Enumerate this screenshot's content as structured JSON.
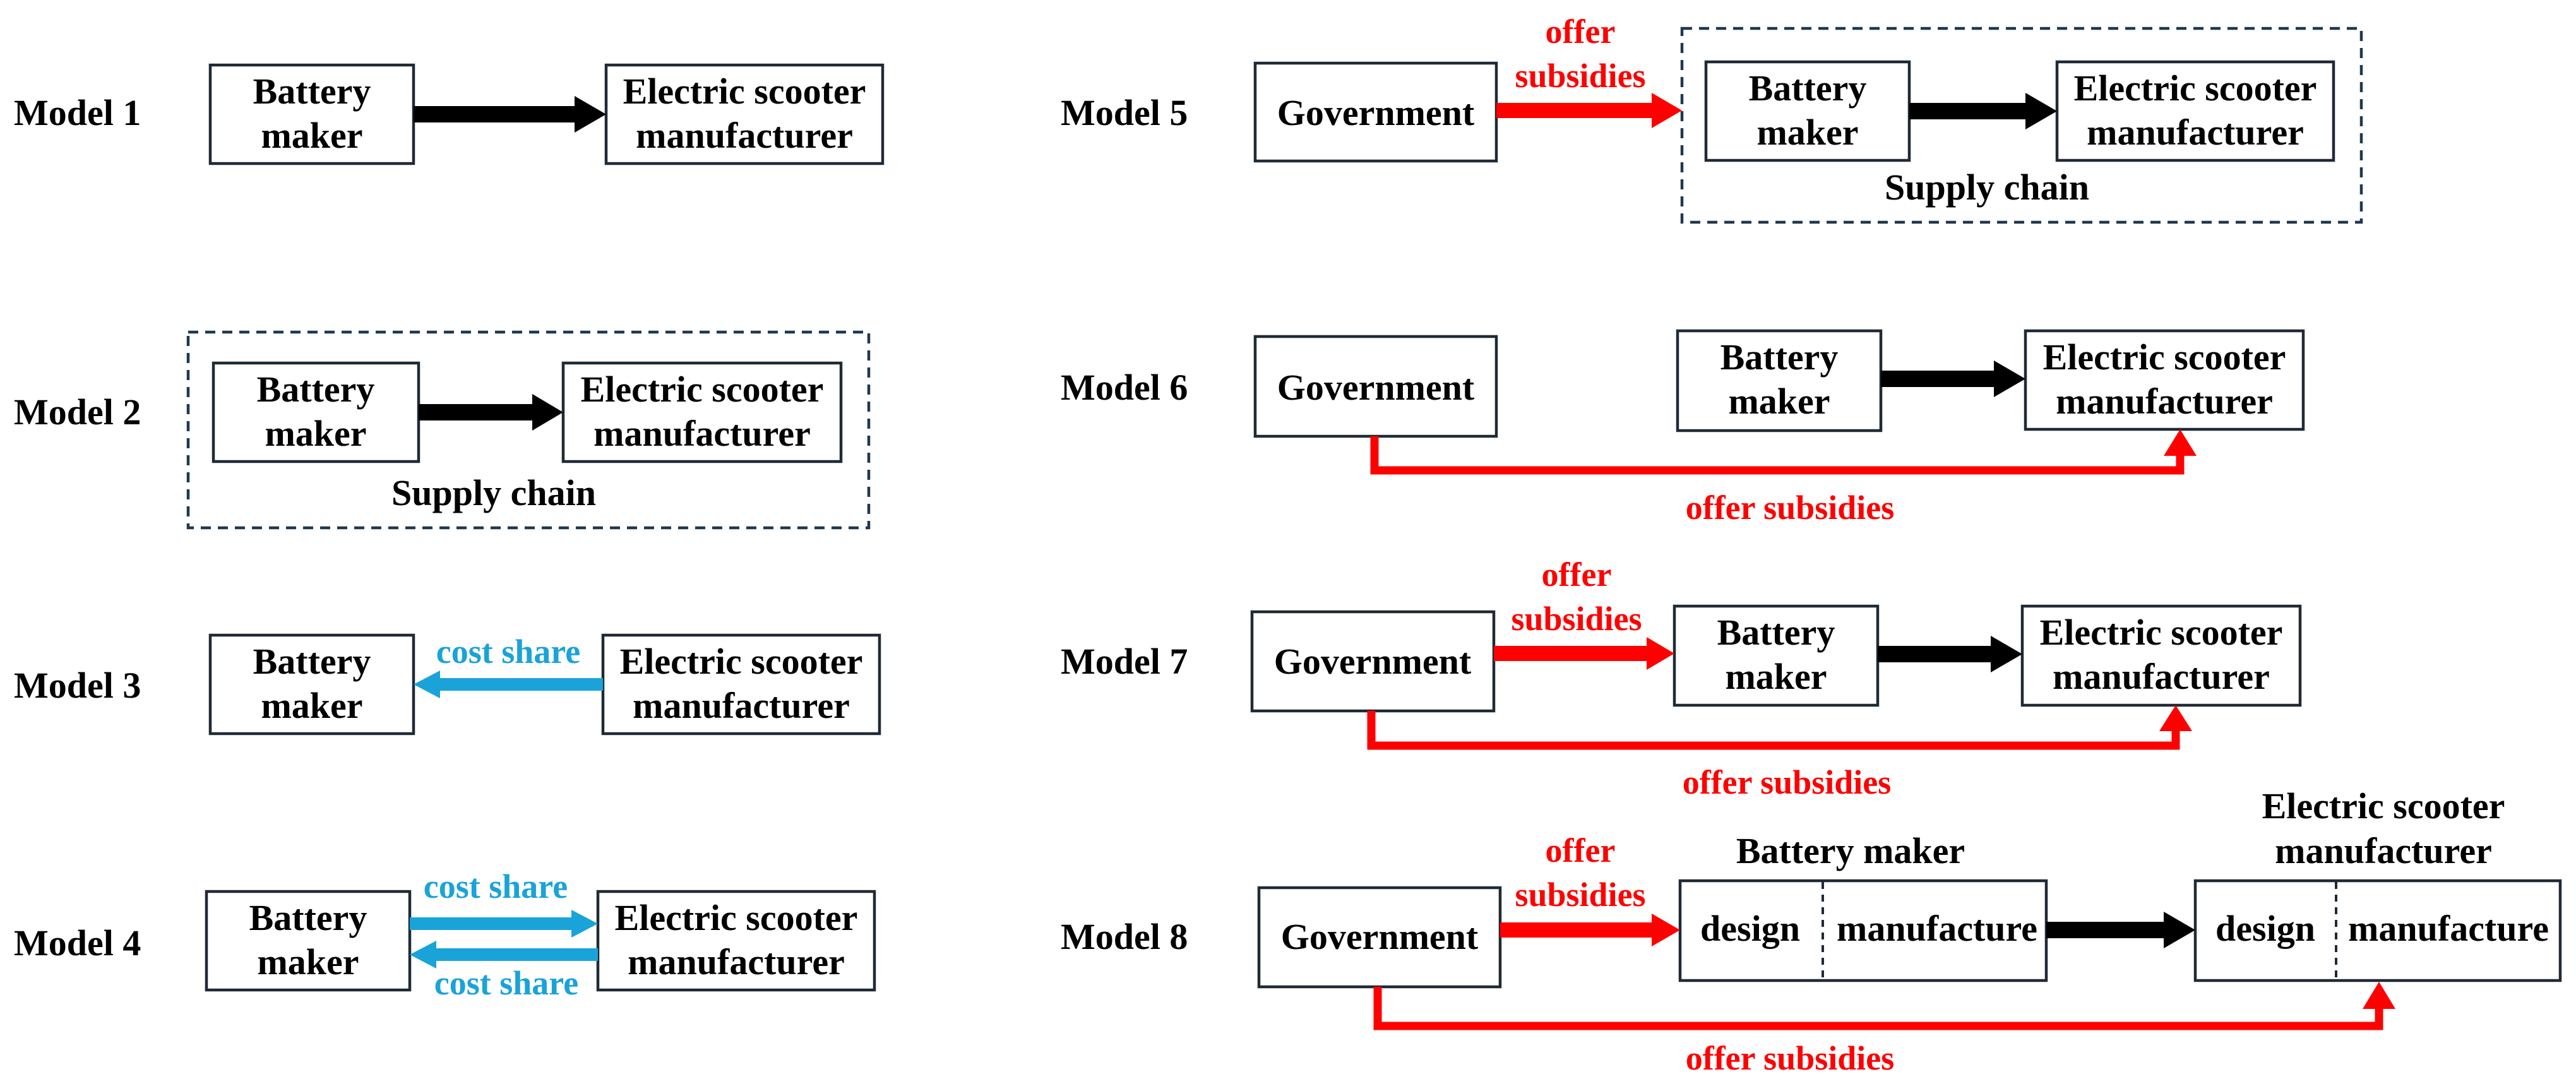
{
  "colors": {
    "subsidy": "#ff0000",
    "cost_share": "#1aa3d9",
    "flow": "#000000",
    "box_border": "#1f2a36"
  },
  "labels": {
    "battery_l1": "Battery",
    "battery_l2": "maker",
    "battery_maker": "Battery maker",
    "esm_l1": "Electric scooter",
    "esm_l2": "manufacturer",
    "government": "Government",
    "supply_chain": "Supply chain",
    "offer_subsidies": "offer subsidies",
    "offer": "offer",
    "subsidies": "subsidies",
    "cost_share": "cost share",
    "design": "design",
    "manufacture": "manufacture"
  },
  "models": [
    {
      "label": "Model 1"
    },
    {
      "label": "Model 2"
    },
    {
      "label": "Model 3"
    },
    {
      "label": "Model 4"
    },
    {
      "label": "Model 5"
    },
    {
      "label": "Model 6"
    },
    {
      "label": "Model 7"
    },
    {
      "label": "Model 8"
    }
  ]
}
